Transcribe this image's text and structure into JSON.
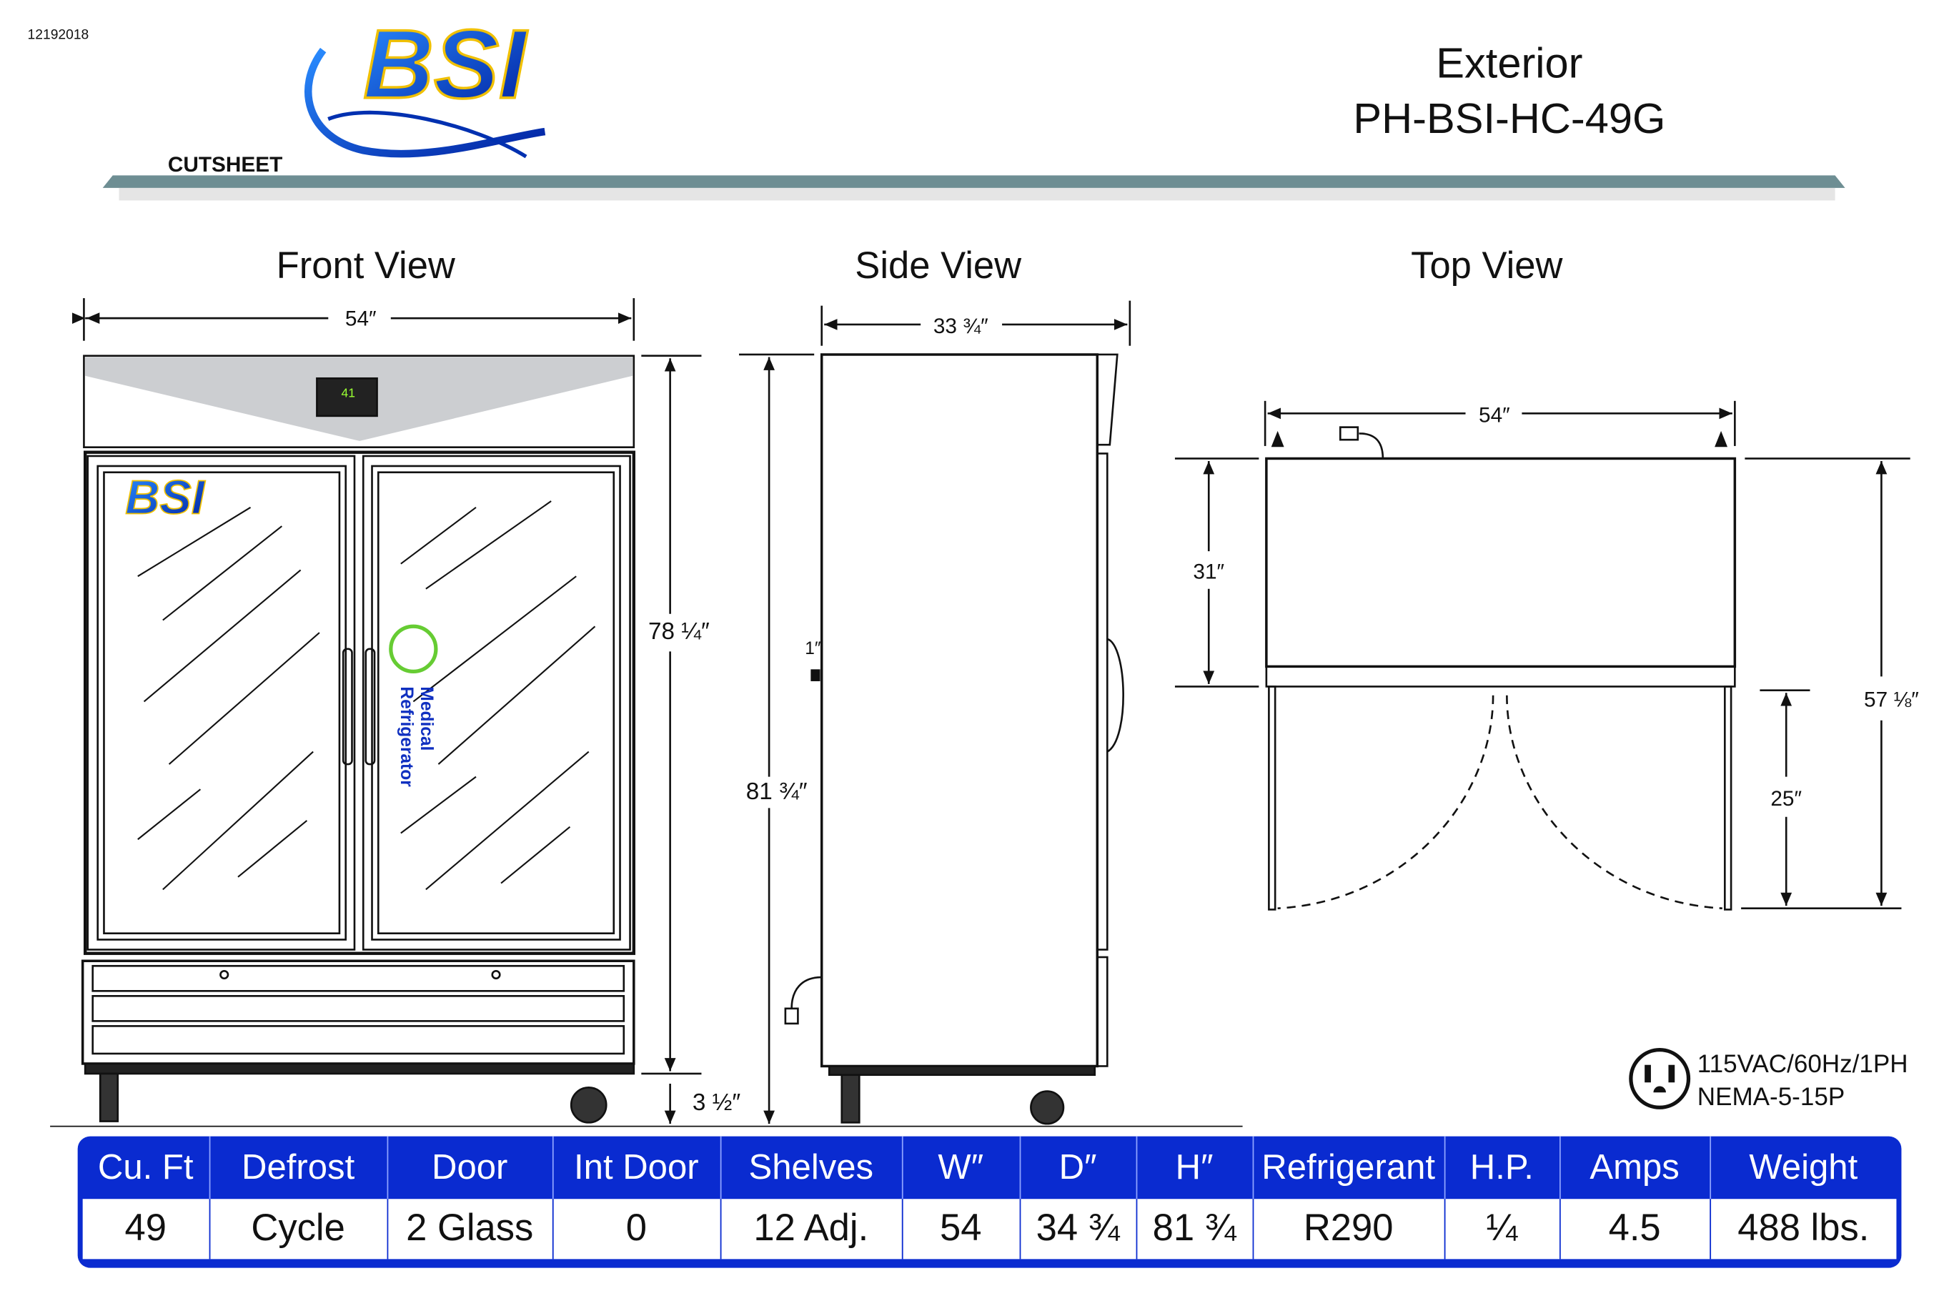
{
  "header": {
    "doc_code": "12192018",
    "logo_text": "BSI",
    "cutsheet_label": "CUTSHEET",
    "title": "Exterior",
    "model": "PH-BSI-HC-49G"
  },
  "views": {
    "front": {
      "title": "Front View",
      "width": "54″",
      "height_body": "78 ¼″",
      "caster_height": "3 ½″",
      "display_value": "41",
      "door_logo": "BSI",
      "medical_label_1": "Medical",
      "medical_label_2": "Refrigerator"
    },
    "side": {
      "title": "Side View",
      "depth": "33 ¾″",
      "total_height": "81 ¾″",
      "offset": "1″"
    },
    "top": {
      "title": "Top View",
      "width": "54″",
      "depth": "31″",
      "door_swing": "25″",
      "total_depth": "57 ⅛″"
    }
  },
  "electrical": {
    "icon": "nema-outlet-icon",
    "line1": "115VAC/60Hz/1PH",
    "line2": "NEMA-5-15P"
  },
  "spec_table": {
    "header_color": "#0a2bd0",
    "headers": [
      "Cu. Ft",
      "Defrost",
      "Door",
      "Int Door",
      "Shelves",
      "W″",
      "D″",
      "H″",
      "Refrigerant",
      "H.P.",
      "Amps",
      "Weight"
    ],
    "values": [
      "49",
      "Cycle",
      "2 Glass",
      "0",
      "12 Adj.",
      "54",
      "34 ¾",
      "81 ¾",
      "R290",
      "¼",
      "4.5",
      "488 lbs."
    ]
  }
}
